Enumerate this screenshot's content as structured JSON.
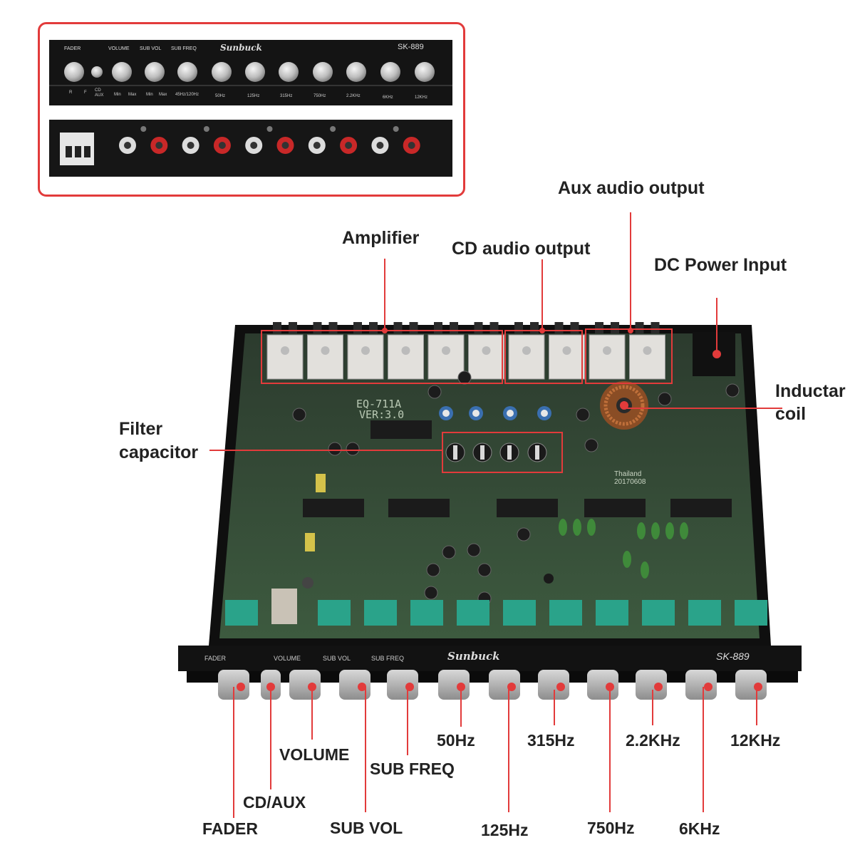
{
  "colors": {
    "highlight": "#e23b3b",
    "panel": "#141414",
    "pcb": "#2f4a33",
    "knob": "#c9c9c9"
  },
  "inset": {
    "front_panel": {
      "section_labels": [
        "FADER",
        "VOLUME",
        "SUB VOL",
        "SUB FREQ"
      ],
      "brand": "Sunbuck",
      "model": "SK-889",
      "scale_labels": [
        "R",
        "F",
        "CD",
        "AUX",
        "Min",
        "Max",
        "Min",
        "Max",
        "45Hz/120Hz",
        "50Hz",
        "125Hz",
        "315Hz",
        "750Hz",
        "2.2KHz",
        "6KHz",
        "12KHz"
      ]
    },
    "rear_panel": {
      "rca_jacks": 10,
      "power_connector": "power-connector-icon"
    }
  },
  "main": {
    "board_text": [
      "EQ-711A",
      "VER:3.0",
      "Thailand",
      "20170608"
    ],
    "front_panel": {
      "section_labels": [
        "FADER",
        "VOLUME",
        "SUB VOL",
        "SUB FREQ"
      ],
      "brand": "Sunbuck",
      "model": "SK-889"
    }
  },
  "callouts": {
    "amplifier": "Amplifier",
    "cd_audio_output": "CD audio output",
    "aux_audio_output": "Aux audio output",
    "dc_power_input": "DC Power Input",
    "inductance_coil_1": "Inductar",
    "inductance_coil_2": "coil",
    "filter_capacitor_1": "Filter",
    "filter_capacitor_2": "capacitor"
  },
  "knob_labels": {
    "fader": "FADER",
    "cd_aux": "CD/AUX",
    "volume": "VOLUME",
    "sub_vol": "SUB VOL",
    "sub_freq": "SUB FREQ",
    "hz50": "50Hz",
    "hz125": "125Hz",
    "hz315": "315Hz",
    "hz750": "750Hz",
    "khz2_2": "2.2KHz",
    "khz6": "6KHz",
    "khz12": "12KHz"
  }
}
